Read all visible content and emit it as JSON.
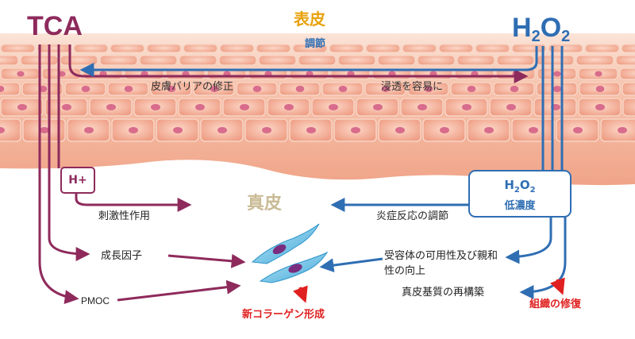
{
  "titles": {
    "tca": "TCA",
    "h2o2_main": "H",
    "h2o2_sub1": "2",
    "h2o2_mid": "O",
    "h2o2_sub2": "2"
  },
  "layers": {
    "epidermis": "表皮",
    "dermis": "真皮"
  },
  "epidermis_labels": {
    "regulation": "調節",
    "barrier_repair": "皮膚バリアの修正",
    "easy_penetration": "浸透を容易に"
  },
  "tca_effects": {
    "hplus": "H+",
    "stimulation": "刺激性作用",
    "growth_factor": "成長因子",
    "pmoc": "PMOC"
  },
  "h2o2_effects": {
    "low_conc_main": "H",
    "low_conc_sub1": "2",
    "low_conc_mid": "O",
    "low_conc_sub2": "2",
    "low_conc_label": "低濃度",
    "inflammation": "炎症反応の調節",
    "receptor": "受容体の可用性及び親和性の向上",
    "rebuild": "真皮基質の再構築"
  },
  "outcomes": {
    "new_collagen": "新コラーゲン形成",
    "tissue_repair": "組織の修復"
  },
  "colors": {
    "tca": "#8e2a5c",
    "h2o2": "#2f6eb3",
    "epidermis_title": "#e8a20c",
    "outcome": "#e02020",
    "skin": "#f4b49a",
    "fibroblast": "#5ab8e0"
  }
}
